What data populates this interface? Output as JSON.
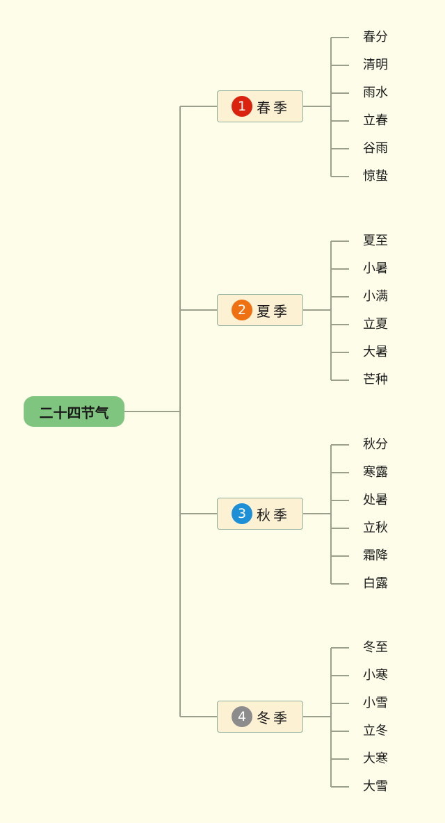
{
  "root": {
    "label": "二十四节气"
  },
  "seasons": [
    {
      "badge": "1",
      "label": "春季",
      "badge_color": "#d9230f",
      "terms": [
        "春分",
        "清明",
        "雨水",
        "立春",
        "谷雨",
        "惊蛰"
      ]
    },
    {
      "badge": "2",
      "label": "夏季",
      "badge_color": "#ef7010",
      "terms": [
        "夏至",
        "小暑",
        "小满",
        "立夏",
        "大暑",
        "芒种"
      ]
    },
    {
      "badge": "3",
      "label": "秋季",
      "badge_color": "#1d8fd6",
      "terms": [
        "秋分",
        "寒露",
        "处暑",
        "立秋",
        "霜降",
        "白露"
      ]
    },
    {
      "badge": "4",
      "label": "冬季",
      "badge_color": "#8c8c8c",
      "terms": [
        "冬至",
        "小寒",
        "小雪",
        "立冬",
        "大寒",
        "大雪"
      ]
    }
  ],
  "colors": {
    "background": "#fdfde9",
    "connector": "#9aa08c",
    "root_fill": "#7fc47f",
    "season_fill": "#fdf1d4",
    "season_border": "#8fb09c"
  }
}
